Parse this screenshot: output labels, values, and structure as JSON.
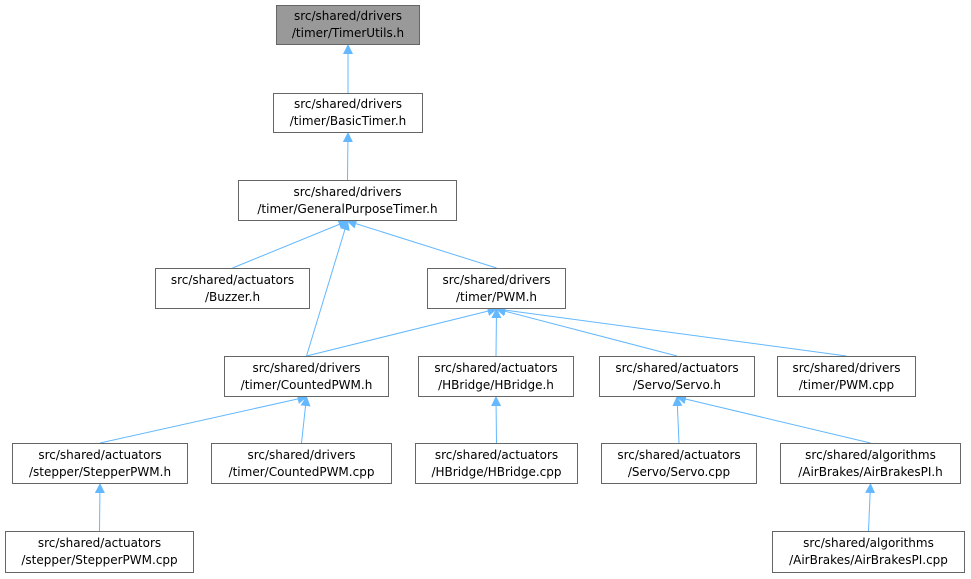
{
  "nodes": {
    "timer_utils_h": {
      "line1": "src/shared/drivers",
      "line2": "/timer/TimerUtils.h"
    },
    "basic_timer_h": {
      "line1": "src/shared/drivers",
      "line2": "/timer/BasicTimer.h"
    },
    "gp_timer_h": {
      "line1": "src/shared/drivers",
      "line2": "/timer/GeneralPurposeTimer.h"
    },
    "buzzer_h": {
      "line1": "src/shared/actuators",
      "line2": "/Buzzer.h"
    },
    "pwm_h": {
      "line1": "src/shared/drivers",
      "line2": "/timer/PWM.h"
    },
    "counted_pwm_h": {
      "line1": "src/shared/drivers",
      "line2": "/timer/CountedPWM.h"
    },
    "hbridge_h": {
      "line1": "src/shared/actuators",
      "line2": "/HBridge/HBridge.h"
    },
    "servo_h": {
      "line1": "src/shared/actuators",
      "line2": "/Servo/Servo.h"
    },
    "pwm_cpp": {
      "line1": "src/shared/drivers",
      "line2": "/timer/PWM.cpp"
    },
    "stepper_pwm_h": {
      "line1": "src/shared/actuators",
      "line2": "/stepper/StepperPWM.h"
    },
    "counted_pwm_cpp": {
      "line1": "src/shared/drivers",
      "line2": "/timer/CountedPWM.cpp"
    },
    "hbridge_cpp": {
      "line1": "src/shared/actuators",
      "line2": "/HBridge/HBridge.cpp"
    },
    "servo_cpp": {
      "line1": "src/shared/actuators",
      "line2": "/Servo/Servo.cpp"
    },
    "airbrakes_pi_h": {
      "line1": "src/shared/algorithms",
      "line2": "/AirBrakes/AirBrakesPI.h"
    },
    "stepper_pwm_cpp": {
      "line1": "src/shared/actuators",
      "line2": "/stepper/StepperPWM.cpp"
    },
    "airbrakes_pi_cpp": {
      "line1": "src/shared/algorithms",
      "line2": "/AirBrakes/AirBrakesPI.cpp"
    }
  },
  "edges": [
    {
      "from": "timer_utils_h",
      "to": "basic_timer_h"
    },
    {
      "from": "basic_timer_h",
      "to": "gp_timer_h"
    },
    {
      "from": "gp_timer_h",
      "to": "buzzer_h"
    },
    {
      "from": "gp_timer_h",
      "to": "pwm_h"
    },
    {
      "from": "gp_timer_h",
      "to": "counted_pwm_h"
    },
    {
      "from": "pwm_h",
      "to": "counted_pwm_h"
    },
    {
      "from": "pwm_h",
      "to": "hbridge_h"
    },
    {
      "from": "pwm_h",
      "to": "servo_h"
    },
    {
      "from": "pwm_h",
      "to": "pwm_cpp"
    },
    {
      "from": "counted_pwm_h",
      "to": "stepper_pwm_h"
    },
    {
      "from": "counted_pwm_h",
      "to": "counted_pwm_cpp"
    },
    {
      "from": "hbridge_h",
      "to": "hbridge_cpp"
    },
    {
      "from": "servo_h",
      "to": "servo_cpp"
    },
    {
      "from": "servo_h",
      "to": "airbrakes_pi_h"
    },
    {
      "from": "stepper_pwm_h",
      "to": "stepper_pwm_cpp"
    },
    {
      "from": "airbrakes_pi_h",
      "to": "airbrakes_pi_cpp"
    }
  ],
  "colors": {
    "edge": "#63b8ff",
    "node_border": "#666666",
    "root_fill": "#999999"
  }
}
